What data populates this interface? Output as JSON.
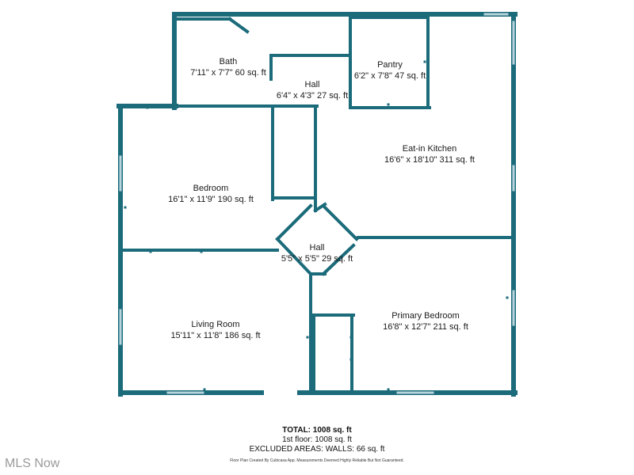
{
  "colors": {
    "wall": "#1b6b7b",
    "window": "#b9d4dc",
    "background": "#ffffff"
  },
  "rooms": {
    "bath": {
      "name": "Bath",
      "size": "7'11\" x 7'7\" 60 sq. ft"
    },
    "hall_top": {
      "name": "Hall",
      "size": "6'4\" x 4'3\" 27 sq. ft"
    },
    "pantry": {
      "name": "Pantry",
      "size": "6'2\" x 7'8\" 47 sq. ft"
    },
    "kitchen": {
      "name": "Eat-in Kitchen",
      "size": "16'6\" x 18'10\" 311 sq. ft"
    },
    "bedroom": {
      "name": "Bedroom",
      "size": "16'1\" x 11'9\" 190 sq. ft"
    },
    "hall_mid": {
      "name": "Hall",
      "size": "5'5\" x 5'5\" 29 sq. ft"
    },
    "living": {
      "name": "Living Room",
      "size": "15'11\" x 11'8\" 186 sq. ft"
    },
    "primary": {
      "name": "Primary Bedroom",
      "size": "16'8\" x 12'7\" 211 sq. ft"
    }
  },
  "totals": {
    "total": "TOTAL: 1008 sq. ft",
    "floor": "1st floor: 1008 sq. ft",
    "excluded": "EXCLUDED AREAS: WALLS: 66 sq. ft"
  },
  "credit": "Floor Plan Created By Cubicasa App. Measurements Deemed Highly Reliable But Not Guaranteed.",
  "watermark": "MLS Now"
}
